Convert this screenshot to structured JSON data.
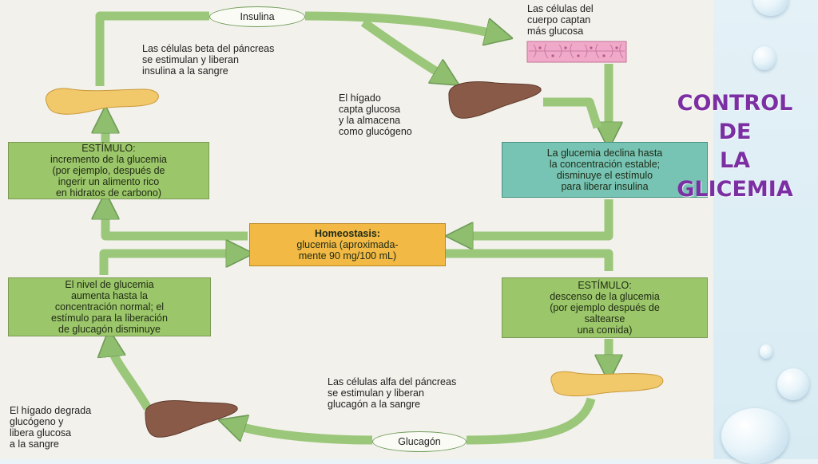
{
  "title": {
    "line1": "CONTROL",
    "line2": "DE",
    "line3": "LA",
    "line4": "GLICEMIA"
  },
  "diagram": {
    "insulina": "Insulina",
    "glucagon": "Glucagón",
    "cells_capture": "Las células del\ncuerpo captan\nmás glucosa",
    "beta_cells": "Las células beta del páncreas\nse estimulan y liberan\ninsulina a la sangre",
    "liver_stores": "El hígado\ncapta glucosa\ny la almacena\ncomo glucógeno",
    "stimulus_high": "ESTÍMULO:\nincremento de la glucemia\n(por ejemplo, después de\ningerir un alimento rico\nen hidratos de carbono)",
    "glucose_declines": "La glucemia declina hasta\nla concentración estable;\ndisminuye el estímulo\npara liberar insulina",
    "homeostasis_title": "Homeostasis:",
    "homeostasis_body": "glucemia (aproximada-\nmente 90 mg/100 mL)",
    "glucose_rises": "El nivel de glucemia\naumenta hasta la\nconcentración normal; el\nestímulo para la liberación\nde glucagón disminuye",
    "stimulus_low": "ESTÍMULO:\ndescenso de la glucemia\n(por ejemplo después de\nsaltearse\nuna comida)",
    "alpha_cells": "Las células alfa del páncreas\nse estimulan y liberan\nglucagón a la sangre",
    "liver_releases": "El hígado degrada\nglucógeno y\nlibera glucosa\na la sangre"
  },
  "colors": {
    "arrow": "#9bc77a",
    "green_box": "#9cc66a",
    "teal_box": "#77c3b4",
    "orange_box": "#f2b945",
    "title": "#7b2fa3"
  }
}
